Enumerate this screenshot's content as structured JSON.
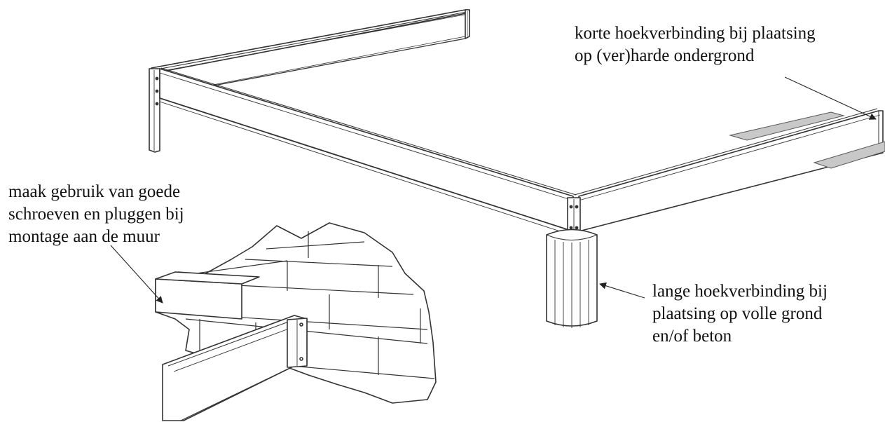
{
  "annotations": {
    "short_corner": {
      "lines": [
        "korte hoekverbinding bij plaatsing",
        "op (ver)harde ondergrond"
      ]
    },
    "wall_mount": {
      "lines": [
        "maak gebruik van goede",
        "schroeven en pluggen bij",
        "montage aan de muur"
      ]
    },
    "long_corner": {
      "lines": [
        "lange hoekverbinding bij",
        "plaatsing op volle grond",
        "en/of beton"
      ]
    }
  },
  "colors": {
    "line": "#333333",
    "plate_fill": "#c8c8c8",
    "background": "#ffffff"
  }
}
